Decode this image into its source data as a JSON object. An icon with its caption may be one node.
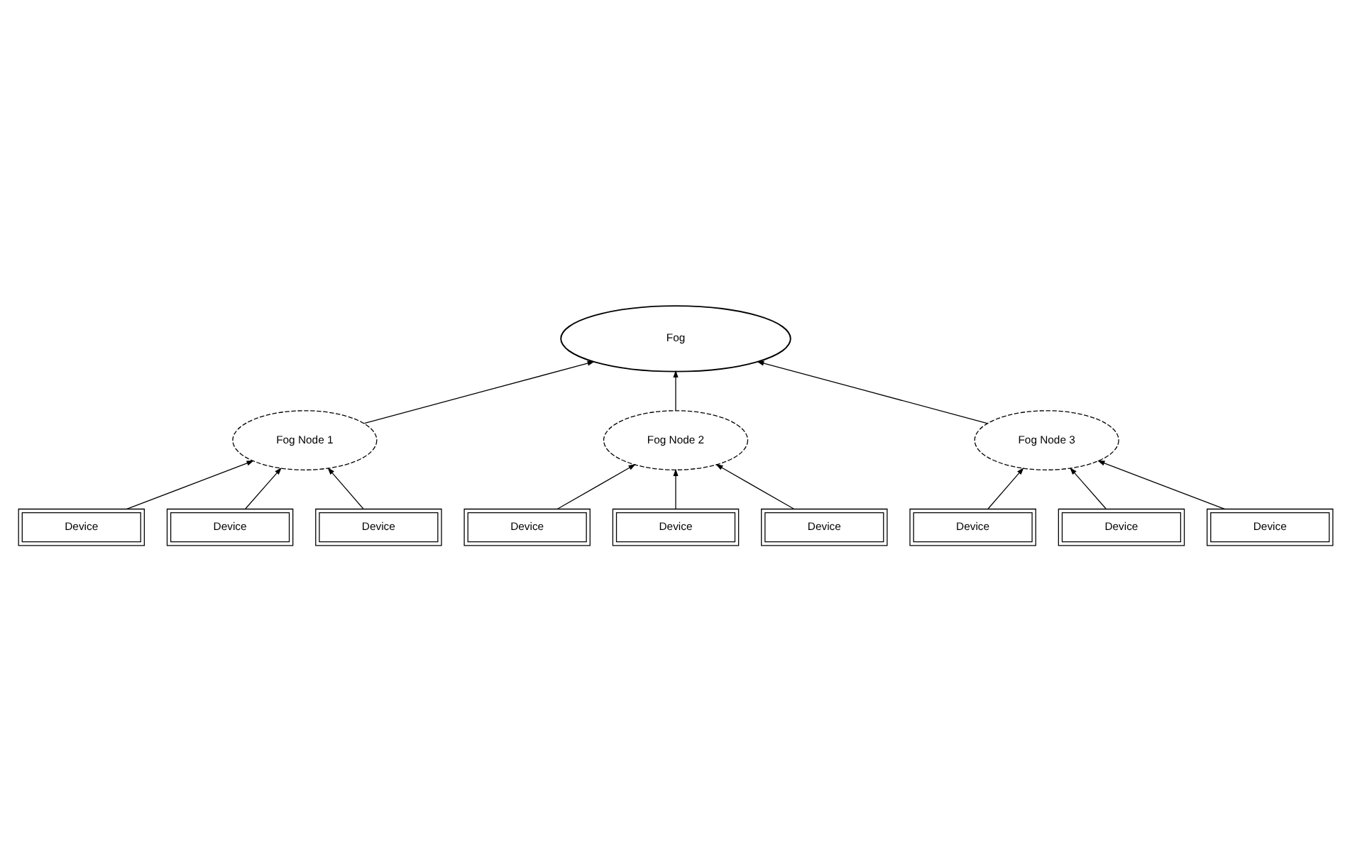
{
  "diagram": {
    "nodes": [
      {
        "text": [
          "Fog"
        ]
      },
      {
        "text": [
          "Fog Node 1"
        ]
      },
      {
        "text": [
          "Fog Node 2"
        ]
      },
      {
        "text": [
          "Fog Node 3"
        ]
      },
      {
        "text": [
          "Device"
        ]
      },
      {
        "text": [
          "Device"
        ]
      },
      {
        "text": [
          "Device"
        ]
      },
      {
        "text": [
          "Device"
        ]
      },
      {
        "text": [
          "Device"
        ]
      },
      {
        "text": [
          "Device"
        ]
      },
      {
        "text": [
          "Device"
        ]
      },
      {
        "text": [
          "Device"
        ]
      },
      {
        "text": [
          "Device"
        ]
      }
    ],
    "edges": [
      {
        "from": 1,
        "to": 0,
        "arrow": "to"
      },
      {
        "from": 2,
        "to": 0,
        "arrow": "to"
      },
      {
        "from": 3,
        "to": 0,
        "arrow": "to"
      },
      {
        "from": 4,
        "to": 1,
        "arrow": "to"
      },
      {
        "from": 7,
        "to": 1,
        "arrow": "to"
      },
      {
        "from": 10,
        "to": 1,
        "arrow": "to"
      },
      {
        "from": 5,
        "to": 2,
        "arrow": "to"
      },
      {
        "from": 8,
        "to": 2,
        "arrow": "to"
      },
      {
        "from": 11,
        "to": 2,
        "arrow": "to"
      },
      {
        "from": 6,
        "to": 3,
        "arrow": "to"
      },
      {
        "from": 9,
        "to": 3,
        "arrow": "to"
      },
      {
        "from": 12,
        "to": 3,
        "arrow": "to"
      }
    ]
  }
}
